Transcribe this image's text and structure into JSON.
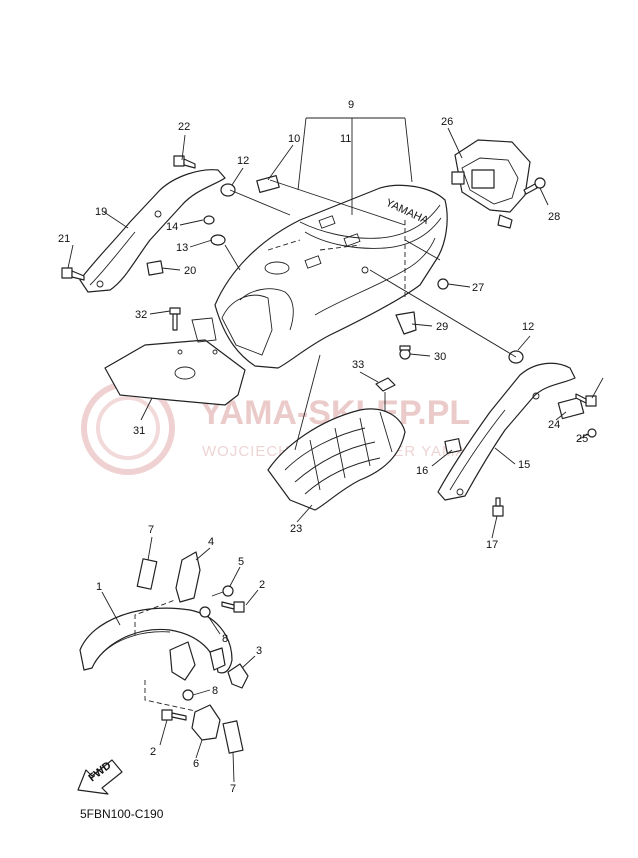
{
  "diagram": {
    "code": "5FBN100-C190",
    "direction_label": "FWD",
    "brand_mark": "YAMAHA",
    "watermark": {
      "title": "YAMA-SKLEP.PL",
      "subtitle": "WOJCIECHOWSKI DEALER YAMAHA"
    },
    "callouts": {
      "c1": "1",
      "c2a": "2",
      "c2b": "2",
      "c3": "3",
      "c4": "4",
      "c5": "5",
      "c6": "6",
      "c7a": "7",
      "c7b": "7",
      "c8a": "8",
      "c8b": "8",
      "c9": "9",
      "c10": "10",
      "c11": "11",
      "c12a": "12",
      "c12b": "12",
      "c13": "13",
      "c14": "14",
      "c15": "15",
      "c16": "16",
      "c17": "17",
      "c19": "19",
      "c20": "20",
      "c21": "21",
      "c22": "22",
      "c23": "23",
      "c24": "24",
      "c25": "25",
      "c26": "26",
      "c27": "27",
      "c28": "28",
      "c29": "29",
      "c30": "30",
      "c31": "31",
      "c32": "32",
      "c33": "33"
    }
  }
}
